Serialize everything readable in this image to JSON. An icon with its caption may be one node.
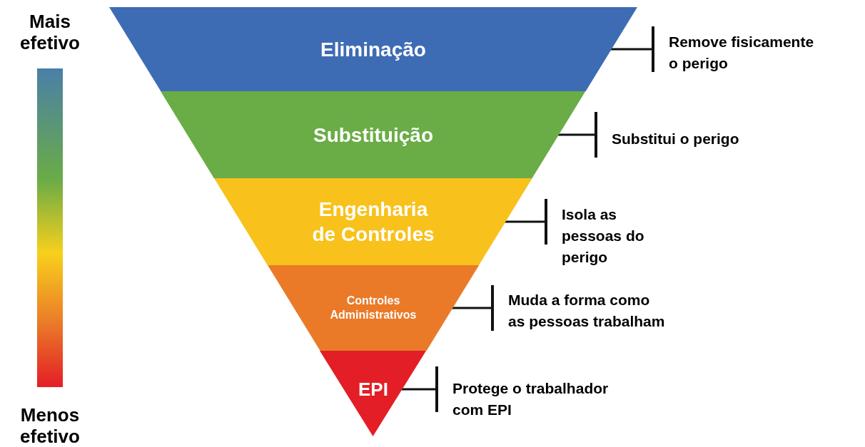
{
  "diagram": {
    "nodes": [
      {
        "text": [
          "Eliminação"
        ]
      },
      {
        "text": [
          "Substituição"
        ]
      },
      {
        "text": [
          "Engenharia de Controles"
        ]
      },
      {
        "text": [
          "Controles Administrativos"
        ]
      },
      {
        "text": [
          "EPI"
        ]
      },
      {
        "text": [
          "Remove fisicamente o perigo"
        ]
      },
      {
        "text": [
          "Substitui o perigo"
        ]
      },
      {
        "text": [
          "Isola as pessoas do perigo"
        ]
      },
      {
        "text": [
          "Muda a forma como as pessoas trabalham"
        ]
      },
      {
        "text": [
          "Protege o trabalhador com EPI"
        ]
      },
      {
        "text": [],
        "shape": "bar"
      }
    ],
    "edges": [
      {
        "from": 0,
        "to": 5,
        "arrow": "other"
      },
      {
        "from": 1,
        "to": 6,
        "arrow": "other"
      },
      {
        "from": 2,
        "to": 7,
        "arrow": "other"
      },
      {
        "from": 3,
        "to": 8,
        "arrow": "other"
      },
      {
        "from": 4,
        "to": 9,
        "arrow": "other"
      }
    ],
    "labels": [
      "Mais efetivo",
      "Menos efetivo"
    ]
  }
}
